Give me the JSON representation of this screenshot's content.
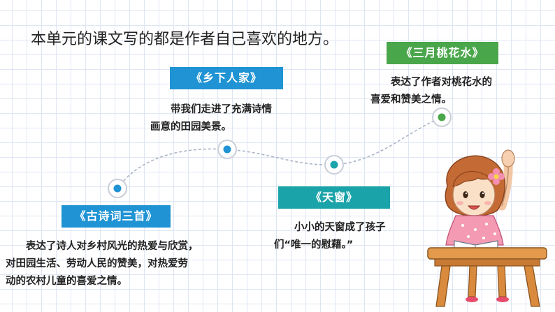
{
  "title": "本单元的课文写的都是作者自己喜欢的地方。",
  "colors": {
    "blue": "#1f93d3",
    "teal": "#1aa3a9",
    "green": "#4aa64a",
    "grid": "#dfe6f3"
  },
  "items": [
    {
      "banner": "《古诗词三首》",
      "lines": [
        "表达了诗人对乡村风光的热爱与欣赏，",
        "对田园生活、劳动人民的赞美，对热爱劳",
        "动的农村儿童的喜爱之情。"
      ]
    },
    {
      "banner": "《乡下人家》",
      "lines": [
        "带我们走进了充满诗情",
        "画意的田园美景。"
      ]
    },
    {
      "banner": "《天窗》",
      "lines": [
        "小小的天窗成了孩子",
        "们“唯一的慰藉。”"
      ]
    },
    {
      "banner": "《三月桃花水》",
      "lines": [
        "表达了作者对桃花水的",
        "喜爱和赞美之情。"
      ]
    }
  ]
}
